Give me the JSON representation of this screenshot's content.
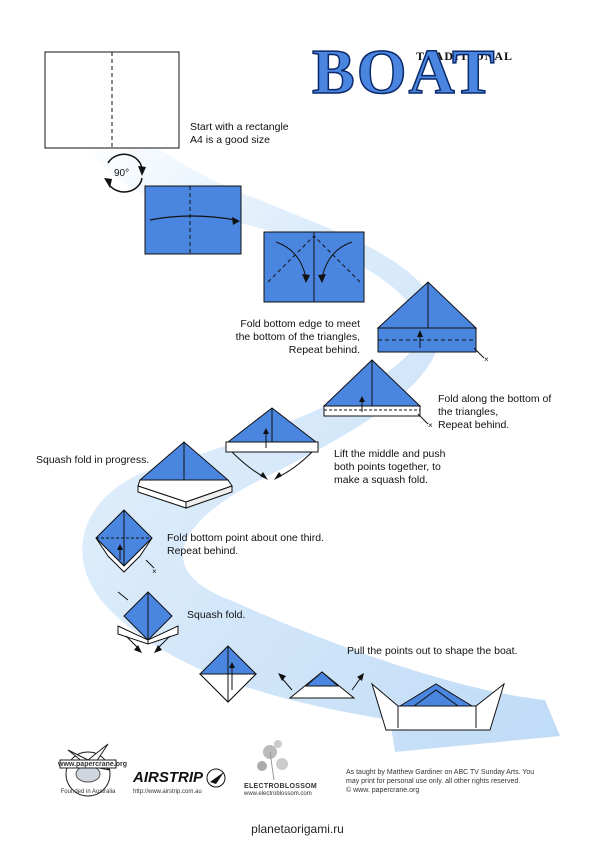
{
  "title": {
    "small": "TRADITIONAL",
    "big": "BOAT"
  },
  "rotate_label": "90°",
  "steps": [
    {
      "text": [
        "Start with a rectangle",
        "A4 is a good size"
      ]
    },
    {
      "text": [
        "Fold bottom edge to meet",
        "the bottom of the triangles,",
        "Repeat behind."
      ]
    },
    {
      "text": [
        "Fold along the bottom of",
        "the triangles,",
        "Repeat behind."
      ]
    },
    {
      "text": [
        "Lift the middle and push",
        "both points together, to",
        "make a squash fold."
      ]
    },
    {
      "text": [
        "Squash fold in progress."
      ]
    },
    {
      "text": [
        "Fold bottom point about one third.",
        "Repeat behind."
      ]
    },
    {
      "text": [
        "Squash fold."
      ]
    },
    {
      "text": [
        "Pull the points out to shape the boat."
      ]
    }
  ],
  "footer": {
    "credit": [
      "As taught by Matthew Gardiner on ABC TV Sunday Arts. You",
      "may print for personal use only.  all other rights reserved.",
      "© www. papercrane.org"
    ],
    "papercrane_url": "www.papercrane.org",
    "papercrane_tag": "Founded in Australia",
    "airstrip_name": "AIRSTRIP",
    "airstrip_url": "http://www.airstrip.com.au",
    "electroblossom_name": "ELECTROBLOSSOM",
    "electroblossom_url": "www.electroblossom.com"
  },
  "site": "planetaorigami.ru",
  "colors": {
    "paper_blue": "#4a86e0",
    "path_light": "#dcecfb",
    "outline": "#111111"
  }
}
